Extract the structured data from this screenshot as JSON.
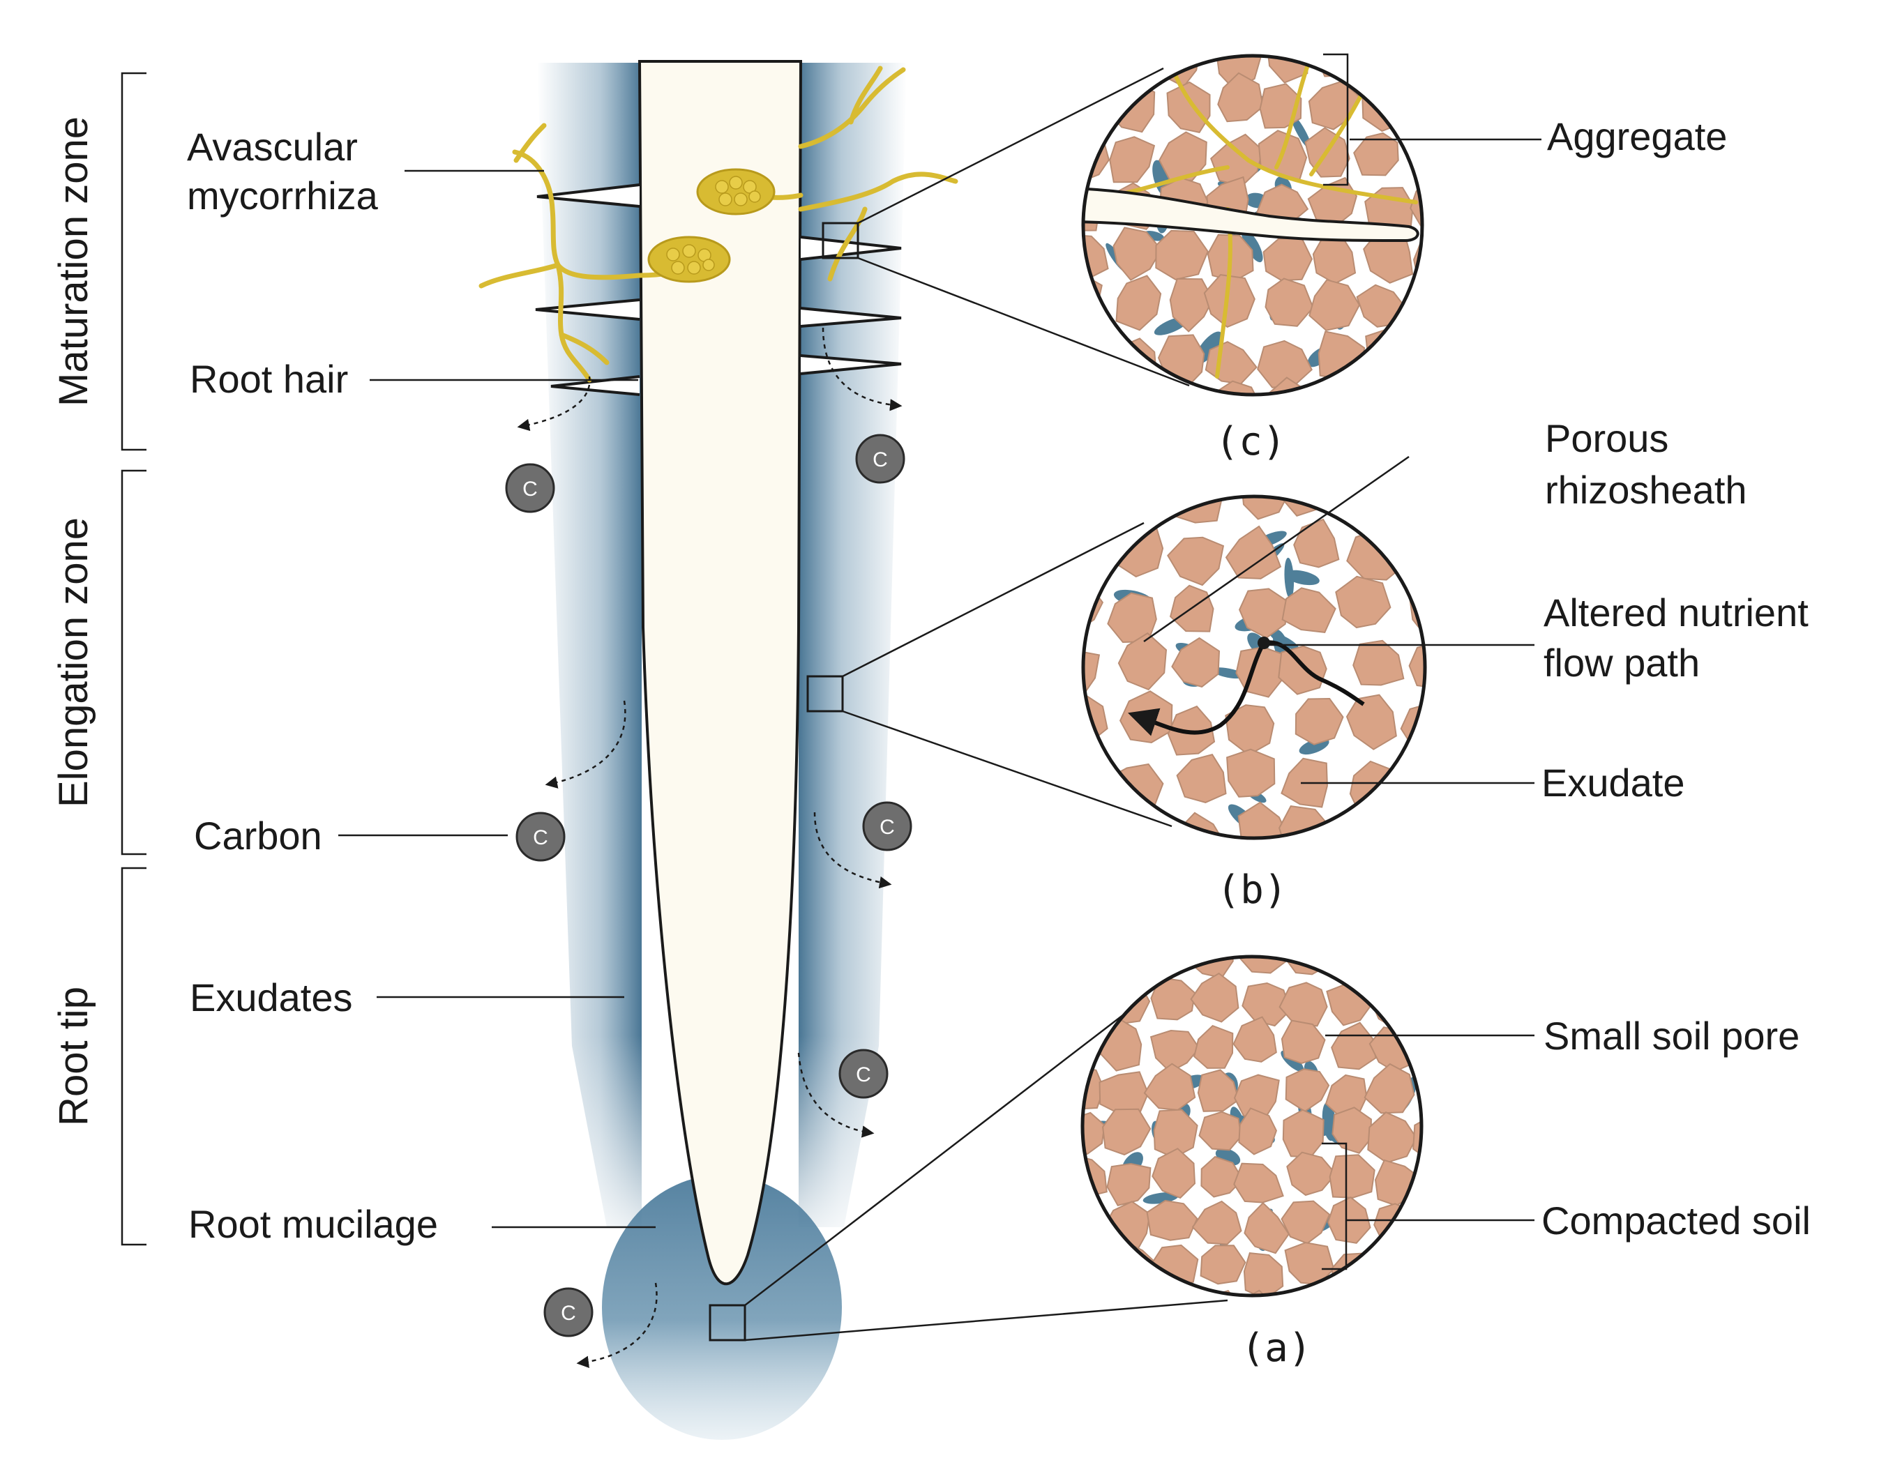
{
  "zones": {
    "maturation": "Maturation zone",
    "elongation": "Elongation zone",
    "root_tip": "Root tip"
  },
  "labels": {
    "avascular_1": "Avascular",
    "avascular_2": "mycorrhiza",
    "root_hair": "Root hair",
    "carbon": "Carbon",
    "exudates": "Exudates",
    "root_mucilage": "Root mucilage",
    "aggregate": "Aggregate",
    "porous_1": "Porous",
    "porous_2": "rhizosheath",
    "altered_1": "Altered nutrient",
    "altered_2": "flow path",
    "exudate": "Exudate",
    "small_soil_pore": "Small soil pore",
    "compacted_soil": "Compacted soil"
  },
  "panels": {
    "a": "(a)",
    "b": "(b)",
    "c": "(c)"
  },
  "carbon_symbol": "C",
  "colors": {
    "root": "#fdfaf0",
    "rhizosphere_blue": "#5d89a7",
    "soil_particle": "#d9a386",
    "pore_water": "#4f7f99",
    "hyphae": "#d8bb32",
    "carbon_marker": "#6e6e6e"
  }
}
